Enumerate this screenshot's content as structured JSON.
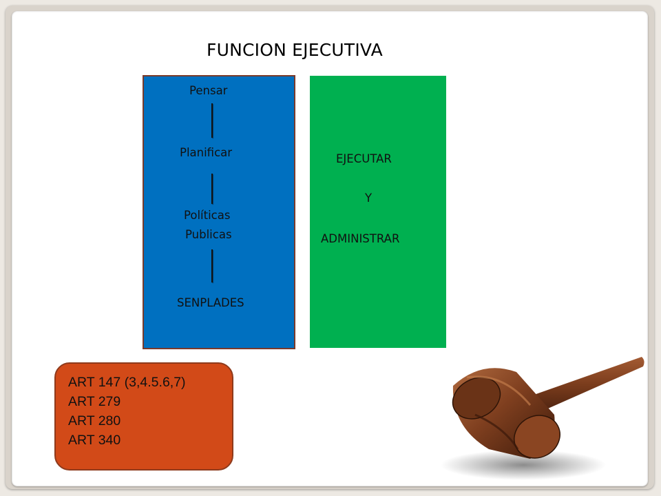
{
  "slide": {
    "title": "FUNCION EJECUTIVA",
    "blue_panel": {
      "steps": [
        "Pensar",
        "Planificar",
        "Políticas",
        "Publicas",
        "SENPLADES"
      ]
    },
    "green_panel": {
      "lines": [
        "EJECUTAR",
        "Y",
        "ADMINISTRAR"
      ]
    },
    "articles": [
      "ART 147 (3,4.5.6,7)",
      "ART 279",
      "ART 280",
      "ART 340"
    ],
    "image_icon": "gavel-icon"
  },
  "colors": {
    "blue_panel": "#0070c0",
    "green_panel": "#00b050",
    "article_box": "#d24a18",
    "panel_border": "#7a3a2a"
  }
}
